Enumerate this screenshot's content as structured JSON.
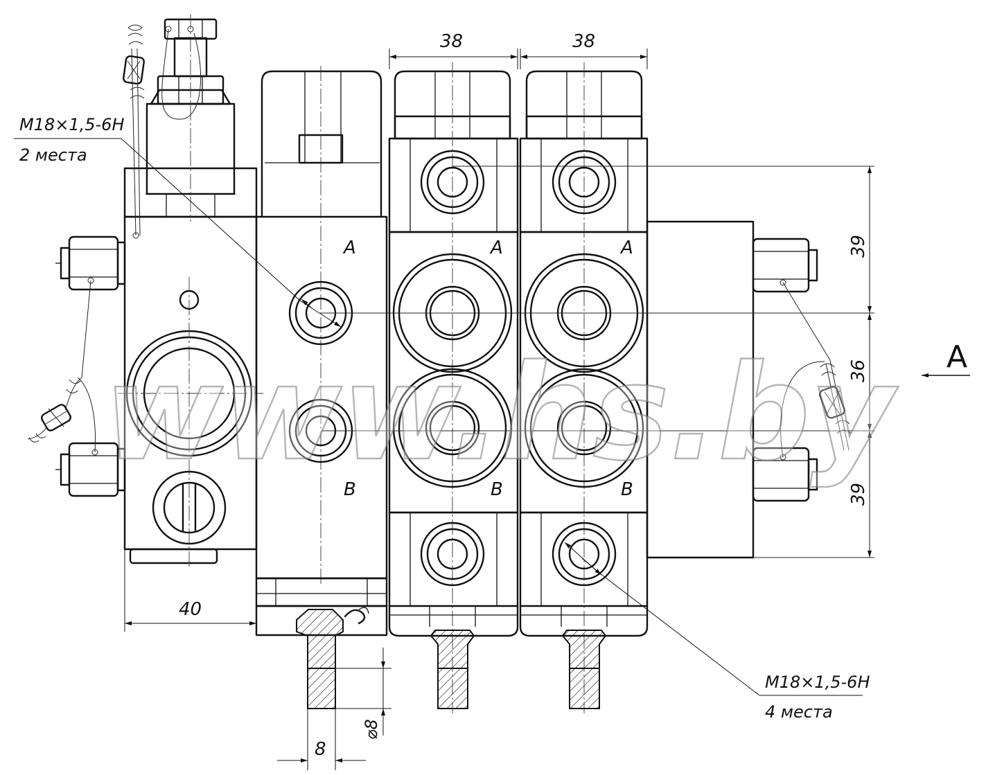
{
  "labels": {
    "thread_top": "M18×1,5-6H",
    "thread_top_qty": "2 места",
    "thread_bottom": "M18×1,5-6H",
    "thread_bottom_qty": "4 места",
    "port_a": "A",
    "port_b": "B",
    "view_arrow": "A",
    "watermark": "www.hs.by"
  },
  "dimensions": {
    "section_width_1": "38",
    "section_width_2": "38",
    "inlet_width": "40",
    "spool_end_width": "8",
    "spool_end_diameter": "⌀8",
    "port_spacing_top": "39",
    "port_spacing_mid": "36",
    "port_spacing_bottom": "39"
  }
}
